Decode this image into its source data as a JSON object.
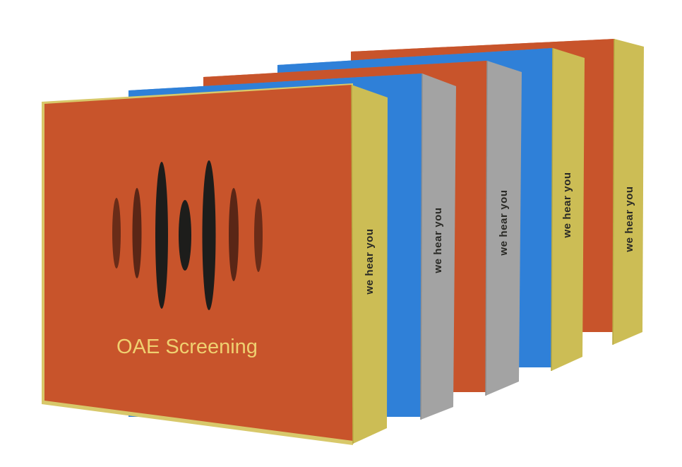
{
  "product": {
    "title": "OAE Screening",
    "tagline": "we hear you",
    "logo": "sound-wave-logo"
  },
  "boxes": [
    {
      "name": "orange-back",
      "face_color": "#c8542b",
      "spine_color": "#ccbd55",
      "spine_text": "we hear you"
    },
    {
      "name": "blue-back",
      "face_color": "#2f80d8",
      "spine_color": "#ccbd55",
      "spine_text": "we hear you"
    },
    {
      "name": "orange-middle",
      "face_color": "#c8542b",
      "spine_color": "#a3a3a3",
      "spine_text": "we hear you"
    },
    {
      "name": "blue-front",
      "face_color": "#2f80d8",
      "spine_color": "#a3a3a3",
      "spine_text": "we hear you"
    },
    {
      "name": "orange-front",
      "face_color": "#c8542b",
      "spine_color": "#ccbd55",
      "spine_text": "we hear you"
    }
  ],
  "colors": {
    "orange": "#c8542b",
    "blue": "#2f80d8",
    "grey": "#a3a3a3",
    "yellow": "#ccbd55",
    "title_text": "#efd070",
    "wave_dark": "#1d1d1b",
    "wave_light": "#6a2c18"
  }
}
